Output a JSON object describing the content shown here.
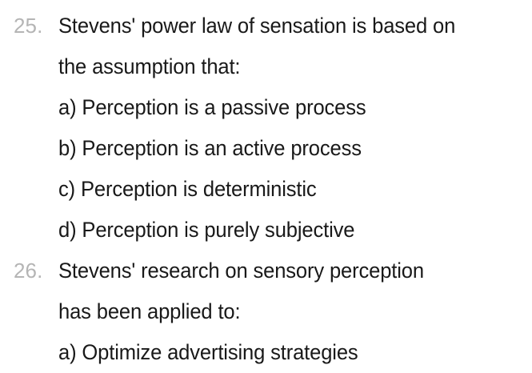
{
  "page": {
    "background_color": "#ffffff",
    "text_color": "#191919",
    "marker_color": "#b5b5b5"
  },
  "questions": [
    {
      "number": "25.",
      "stem_lines": [
        "Stevens' power law of sensation is based on",
        "the assumption that:"
      ],
      "options": [
        "a) Perception is a passive process",
        "b) Perception is an active process",
        "c) Perception is deterministic",
        "d) Perception is purely subjective"
      ]
    },
    {
      "number": "26.",
      "stem_lines": [
        "Stevens' research on sensory perception",
        "has been applied to:"
      ],
      "options": [
        "a) Optimize advertising strategies"
      ]
    }
  ],
  "lines": [
    {
      "marker": "25.",
      "text": "Stevens' power law of sensation is based on"
    },
    {
      "marker": "",
      "text": "the assumption that:"
    },
    {
      "marker": "",
      "text": "a) Perception is a passive process"
    },
    {
      "marker": "",
      "text": "b) Perception is an active process"
    },
    {
      "marker": "",
      "text": "c) Perception is deterministic"
    },
    {
      "marker": "",
      "text": "d) Perception is purely subjective"
    },
    {
      "marker": "26.",
      "text": "Stevens' research on sensory perception"
    },
    {
      "marker": "",
      "text": "has been applied to:"
    },
    {
      "marker": "",
      "text": "a) Optimize advertising strategies"
    }
  ]
}
